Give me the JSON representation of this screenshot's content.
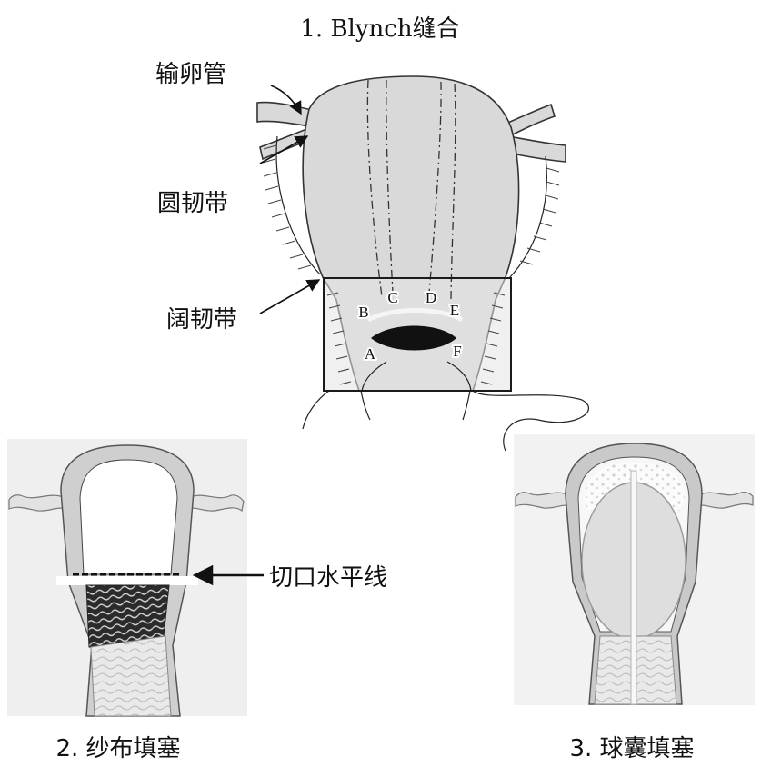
{
  "captions": {
    "blynch": "1. Blynch缝合",
    "gauze": "2. 纱布填塞",
    "balloon": "3. 球囊填塞"
  },
  "anatomy": {
    "fallopian_tube": "输卵管",
    "round_ligament": "圆韧带",
    "broad_ligament": "阔韧带"
  },
  "suture_points": {
    "a": "A",
    "b": "B",
    "c": "C",
    "d": "D",
    "e": "E",
    "f": "F"
  },
  "incision_label": "切口水平线",
  "colors": {
    "uterus_fill": "#d9d9d9",
    "incision": "#111111",
    "panel_background": "#efefef"
  }
}
